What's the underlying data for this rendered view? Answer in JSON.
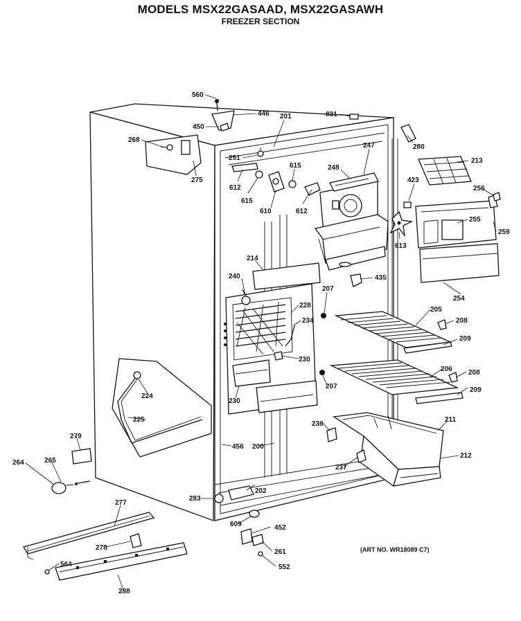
{
  "header": {
    "title": "MODELS MSX22GASAAD, MSX22GASAWH",
    "subtitle": "FREEZER SECTION"
  },
  "diagram": {
    "art_number": "(ART NO. WR18089 C7)",
    "part_labels": [
      "560",
      "446",
      "450",
      "201",
      "831",
      "268",
      "280",
      "213",
      "247",
      "251",
      "615",
      "248",
      "423",
      "256",
      "275",
      "612",
      "610",
      "615",
      "612",
      "255",
      "259",
      "613",
      "214",
      "435",
      "254",
      "240",
      "207",
      "228",
      "234",
      "205",
      "208",
      "209",
      "230",
      "206",
      "208",
      "207",
      "209",
      "224",
      "230",
      "225",
      "236",
      "211",
      "279",
      "456",
      "200",
      "212",
      "264",
      "265",
      "237",
      "202",
      "277",
      "283",
      "609",
      "452",
      "278",
      "261",
      "564",
      "552",
      "288"
    ]
  }
}
